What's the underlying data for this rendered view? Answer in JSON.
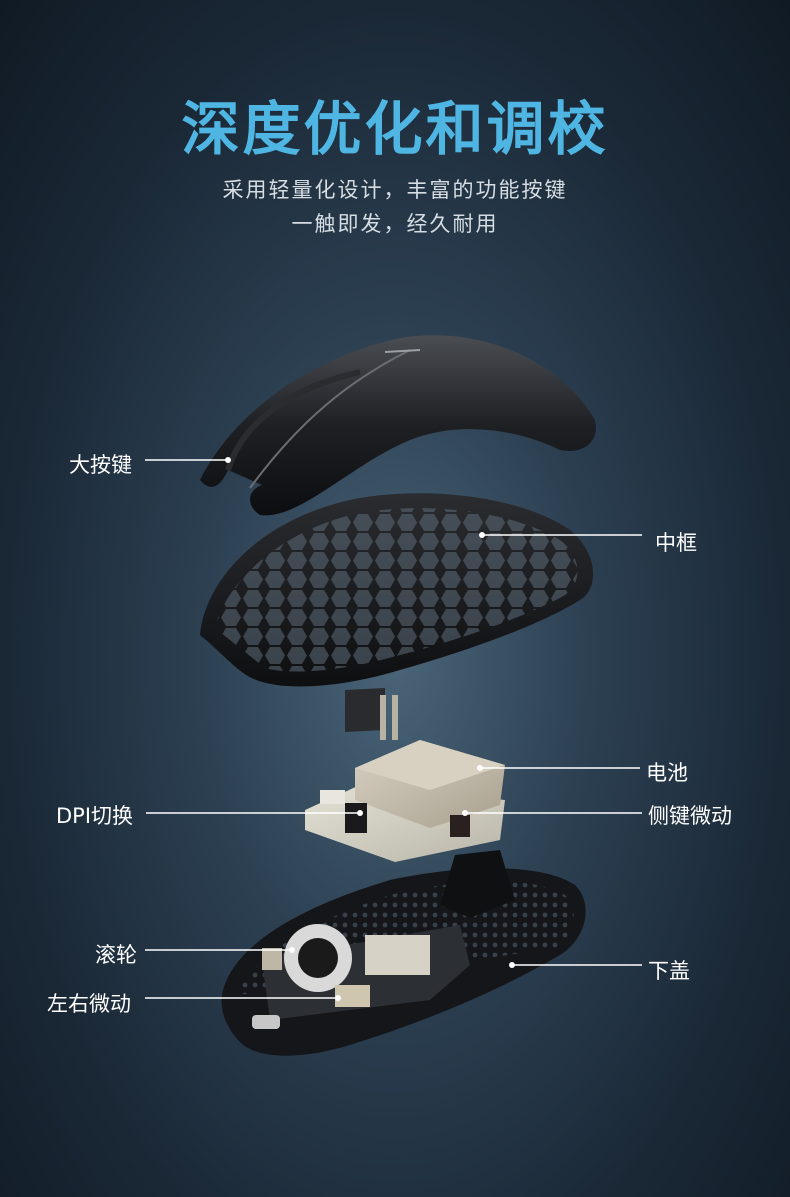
{
  "heading": {
    "title": "深度优化和调校",
    "subtitle_line1": "采用轻量化设计，丰富的功能按键",
    "subtitle_line2": "一触即发，经久耐用"
  },
  "callouts": {
    "left_button": "大按键",
    "middle_frame": "中框",
    "battery": "电池",
    "dpi_switch": "DPI切换",
    "side_switch": "侧键微动",
    "scroll_wheel": "滚轮",
    "bottom_cover": "下盖",
    "lr_switch": "左右微动"
  },
  "colors": {
    "title": "#4fb6e3",
    "subtitle": "#d6dde3",
    "label": "#ffffff"
  }
}
